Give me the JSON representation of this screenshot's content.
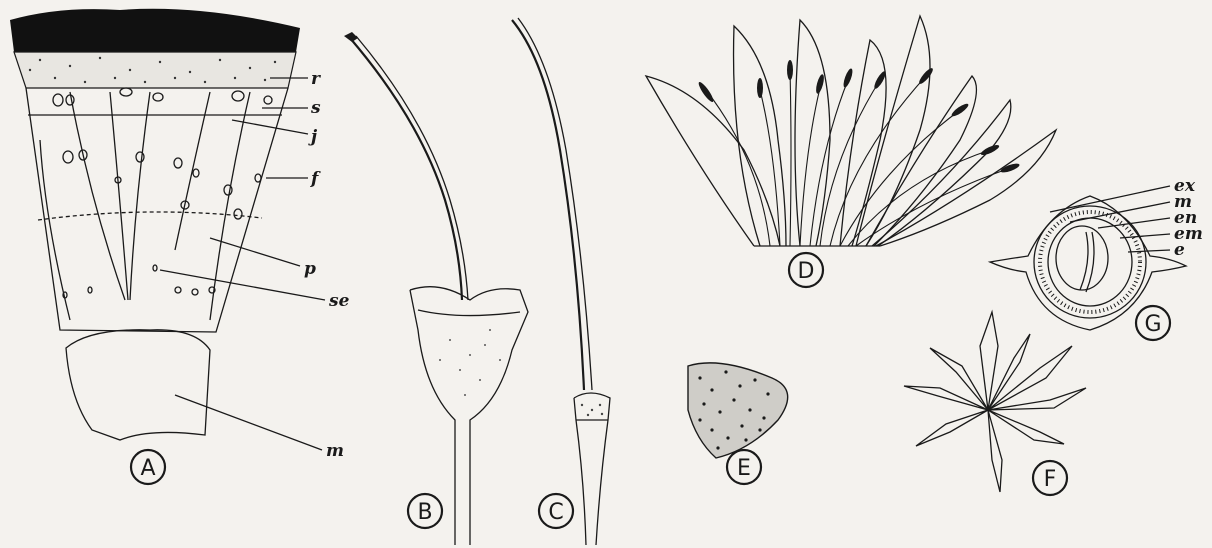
{
  "panels": {
    "A": {
      "letter": "A",
      "labels": {
        "r": "r",
        "s": "s",
        "j": "j",
        "f": "f",
        "p": "p",
        "se": "se",
        "m": "m"
      }
    },
    "B": {
      "letter": "B"
    },
    "C": {
      "letter": "C"
    },
    "D": {
      "letter": "D"
    },
    "E": {
      "letter": "E"
    },
    "F": {
      "letter": "F"
    },
    "G": {
      "letter": "G",
      "labels": {
        "ex": "ex",
        "m": "m",
        "en": "en",
        "em": "em",
        "e": "e"
      }
    }
  },
  "colors": {
    "ink": "#1a1a1a",
    "paper": "#f4f2ee"
  }
}
